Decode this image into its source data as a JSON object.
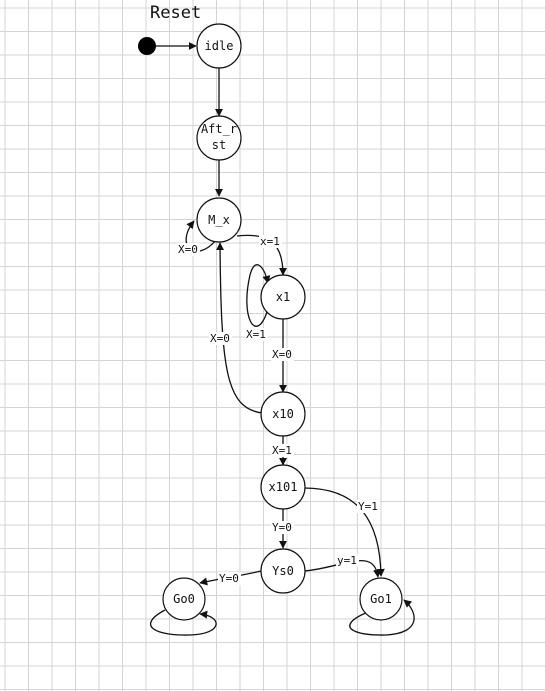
{
  "title": "Reset",
  "colors": {
    "grid": "#d4d4d4",
    "stroke": "#111111",
    "background": "#ffffff"
  },
  "states": {
    "idle": "idle",
    "aft_rst_line1": "Aft_r",
    "aft_rst_line2": "st",
    "m_x": "M_x",
    "x1": "x1",
    "x10": "x10",
    "x101": "x101",
    "ys0": "Ys0",
    "go0": "Go0",
    "go1": "Go1"
  },
  "transitions": {
    "mx_self": "X=0",
    "mx_to_x1": "x=1",
    "x1_self": "X=1",
    "x1_to_x10": "X=0",
    "x10_to_mx": "X=0",
    "x10_to_x101": "X=1",
    "x101_to_ys0": "Y=0",
    "x101_to_go1": "Y=1",
    "ys0_to_go0": "Y=0",
    "ys0_to_go1": "y=1"
  }
}
